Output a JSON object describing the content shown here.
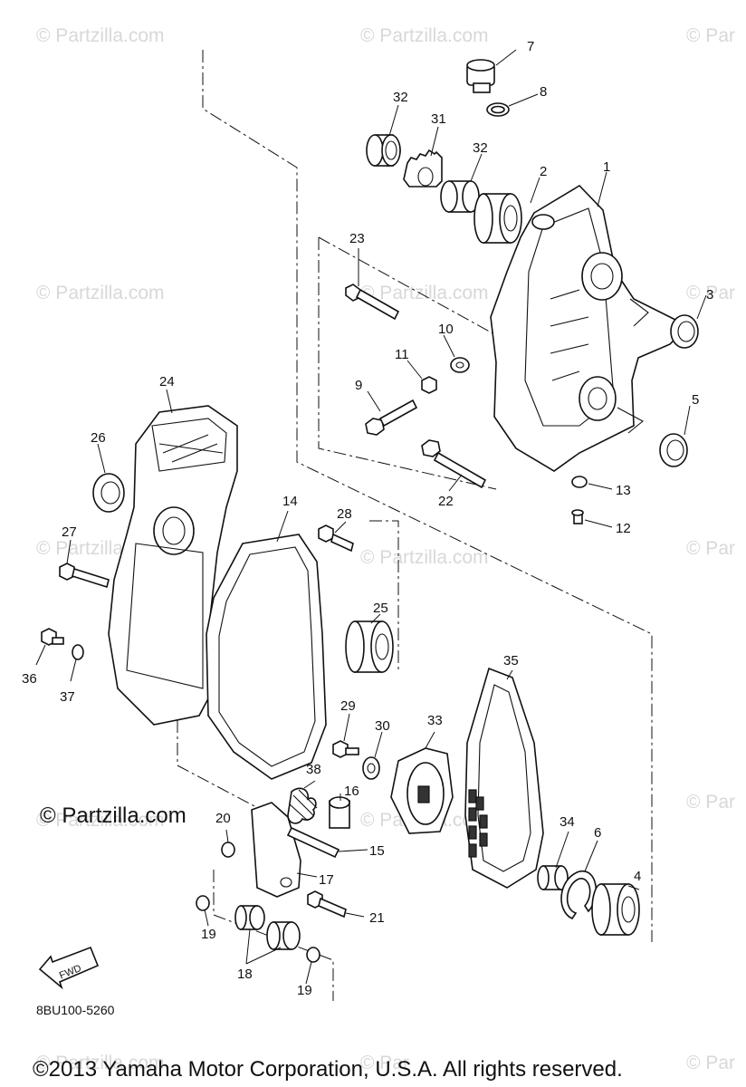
{
  "watermarks": [
    "© Partzilla.com",
    "© Partzilla.com",
    "© Par",
    "© Partzilla.com",
    "© Partzilla.com",
    "© Par",
    "© Partzilla.com",
    "© Partzilla.com",
    "© Par",
    "© Partzilla.com",
    "© Par",
    "© Partzilla.com",
    "© Par",
    "© Partzilla.com",
    "© Par"
  ],
  "partzilla_label": "© Partzilla.com",
  "diagram_code": "8BU100-5260",
  "fwd_label": "FWD",
  "copyright": "©2013  Yamaha Motor Corporation, U.S.A. All rights reserved.",
  "callouts": [
    "1",
    "2",
    "3",
    "4",
    "5",
    "6",
    "7",
    "8",
    "9",
    "10",
    "11",
    "12",
    "13",
    "14",
    "15",
    "16",
    "17",
    "18",
    "19",
    "19",
    "20",
    "21",
    "22",
    "23",
    "24",
    "25",
    "26",
    "27",
    "28",
    "29",
    "30",
    "31",
    "32",
    "32",
    "33",
    "34",
    "35",
    "36",
    "37",
    "38"
  ]
}
